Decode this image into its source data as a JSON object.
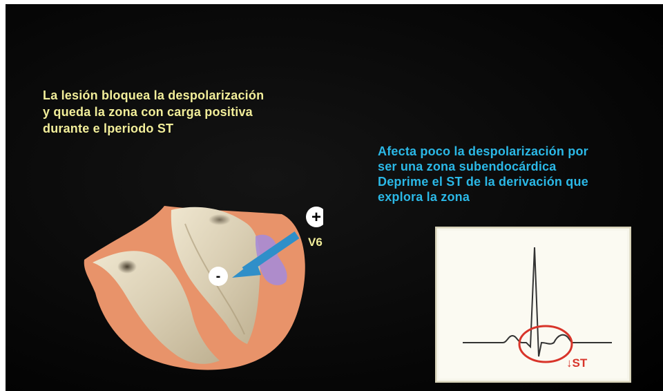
{
  "slide": {
    "left_text_lines": [
      "La lesión bloquea la despolarización",
      "y queda la zona con carga positiva",
      "durante e lperiodo ST"
    ],
    "right_text_lines": [
      "Afecta poco la despolarización por",
      "ser una zona subendocárdica",
      "Deprime el ST de la derivación que",
      "explora la zona"
    ]
  },
  "diagram": {
    "positive_symbol": "+",
    "negative_symbol": "-",
    "lead_label": "V6",
    "st_label": "↓ST"
  },
  "colors": {
    "background": "#000000",
    "yellow_text": "#f2ee9a",
    "cyan_text": "#2bb8e6",
    "heart_wall": "#e8936a",
    "myocardium": "#d8cfb8",
    "lesion": "#a78cd6",
    "arrow": "#2f8fc9",
    "ecg_highlight": "#d8342a"
  }
}
